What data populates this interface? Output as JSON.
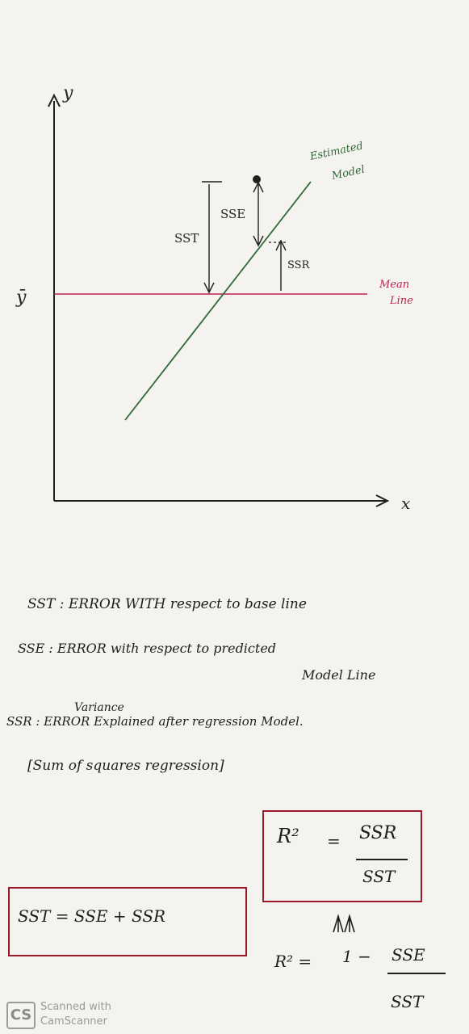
{
  "diagram": {
    "axis_y_label": "y",
    "axis_x_label": "x",
    "y_bar_label": "ȳ",
    "estimated_model_label_line1": "Estimated",
    "estimated_model_label_line2": "Model",
    "mean_line_label_line1": "Mean",
    "mean_line_label_line2": "Line",
    "sst_label": "SST",
    "sse_label": "SSE",
    "ssr_label": "SSR",
    "colors": {
      "mean_line": "#b8254a",
      "model_line": "#2f6b38",
      "box": "#9a1a2a",
      "ink": "#1f1f1f"
    }
  },
  "definitions": {
    "sst_line": "SST : ERROR WITH respect to base line",
    "sse_line1": "SSE : ERROR with respect to predicted",
    "sse_line2": "Model Line",
    "variance_note": "Variance",
    "ssr_line": "SSR : ERROR Explained after regression Model.",
    "ssr_sub": "[Sum of squares regression]"
  },
  "formulas": {
    "r2_lhs": "R²",
    "r2_eq": "=",
    "r2_num": "SSR",
    "r2_den": "SST",
    "sst_eq": "SST = SSE + SSR",
    "r2_alt_lhs": "R² =",
    "r2_alt_one": "1 −",
    "r2_alt_num": "SSE",
    "r2_alt_den": "SST"
  },
  "watermark": {
    "logo": "CS",
    "line1": "Scanned with",
    "line2": "CamScanner"
  }
}
